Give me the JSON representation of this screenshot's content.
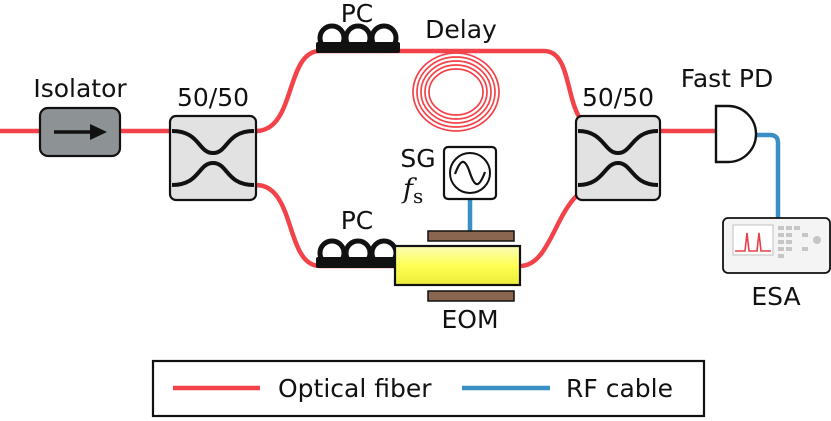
{
  "labels": {
    "isolator": "Isolator",
    "coupler_in": "50/50",
    "coupler_out": "50/50",
    "pc_top": "PC",
    "pc_bottom": "PC",
    "delay": "Delay",
    "sg": "SG",
    "fs_symbol": "f",
    "fs_subscript": "s",
    "eom": "EOM",
    "fast_pd": "Fast PD",
    "esa": "ESA"
  },
  "legend": {
    "optical": "Optical fiber",
    "rf": "RF cable"
  },
  "colors": {
    "optical_fiber": "#f2424a",
    "rf_cable": "#3a8fc4",
    "component_fill": "#e2e2e2",
    "isolator_fill": "#8d9295",
    "eom_crystal": "#ffff66",
    "eom_electrode": "#8a6650",
    "esa_trace": "#e8404a"
  },
  "icons": {
    "isolator": "right-arrow-icon",
    "signal_generator": "sine-wave-icon",
    "photodetector": "photodetector-icon",
    "esa": "spectrum-analyzer-icon"
  }
}
